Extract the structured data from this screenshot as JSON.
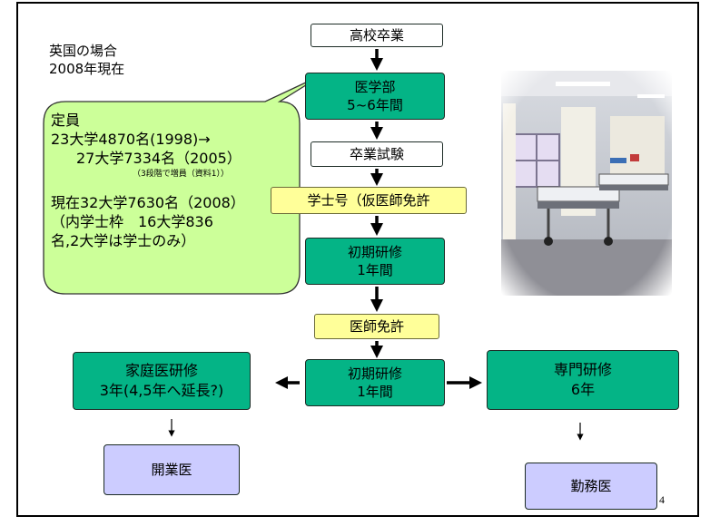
{
  "title_lines": [
    "英国の場合",
    "2008年現在"
  ],
  "flow": {
    "graduation": "高校卒業",
    "med_school": [
      "医学部",
      "5~6年間"
    ],
    "final_exam": "卒業試験",
    "degree": "学士号（仮医師免許",
    "initial1": [
      "初期研修",
      "1年間"
    ],
    "license": "医師免許",
    "initial2": [
      "初期研修",
      "1年間"
    ],
    "gp_training": [
      "家庭医研修",
      "3年(4,5年へ延長?)"
    ],
    "specialist": [
      "専門研修",
      "6年"
    ],
    "practitioner": "開業医",
    "employed": "勤務医"
  },
  "callout": {
    "heading": "定員",
    "line1": "23大学4870名(1998)→",
    "line2": "27大学7334名（2005）",
    "line3": "（3段階で増員（資料1））",
    "line4": "現在32大学7630名（2008）",
    "line5": "（内学士枠　16大学836",
    "line6": "名,2大学は学士のみ）"
  },
  "photo_alt": "hospital-ward-photo",
  "page_number": "4",
  "colors": {
    "green_box": "#04b486",
    "callout": "#ccff99",
    "yellow_box": "#ffff99",
    "lavender_box": "#ccccff"
  }
}
